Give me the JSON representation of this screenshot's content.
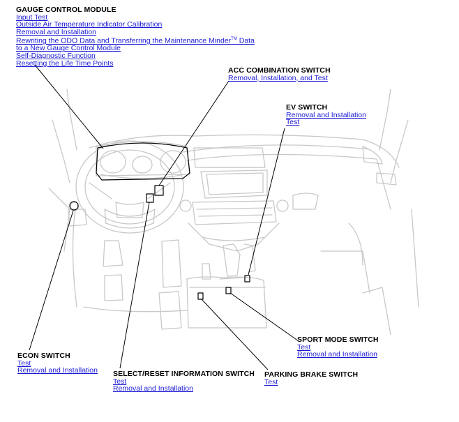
{
  "callouts": {
    "gauge": {
      "title": "GAUGE CONTROL MODULE",
      "links": [
        "Input Test",
        "Outside Air Temperature Indicator Calibration",
        "Removal and Installation",
        "Rewriting the ODO Data and Transferring the Maintenance Minder",
        "to a New Gauge Control Module",
        "Self-Diagnostic Function",
        "Resetting the Life Time Points"
      ],
      "link4_suffix": " Data",
      "trademark": "TM"
    },
    "acc": {
      "title": "ACC COMBINATION SWITCH",
      "links": [
        "Removal, Installation, and Test"
      ]
    },
    "ev": {
      "title": "EV SWITCH",
      "links": [
        "Removal and Installation",
        "Test"
      ]
    },
    "econ": {
      "title": "ECON SWITCH",
      "links": [
        "Test",
        "Removal and Installation"
      ]
    },
    "select": {
      "title": "SELECT/RESET INFORMATION SWITCH",
      "links": [
        "Test",
        "Removal and Installation"
      ]
    },
    "parking": {
      "title": "PARKING BRAKE SWITCH",
      "links": [
        "Test"
      ]
    },
    "sport": {
      "title": "SPORT MODE SWITCH",
      "links": [
        "Test",
        "Removal and Installation"
      ]
    }
  },
  "colors": {
    "link": "#1a1ad6",
    "text": "#000000",
    "illustration": "#c8c8c8"
  }
}
